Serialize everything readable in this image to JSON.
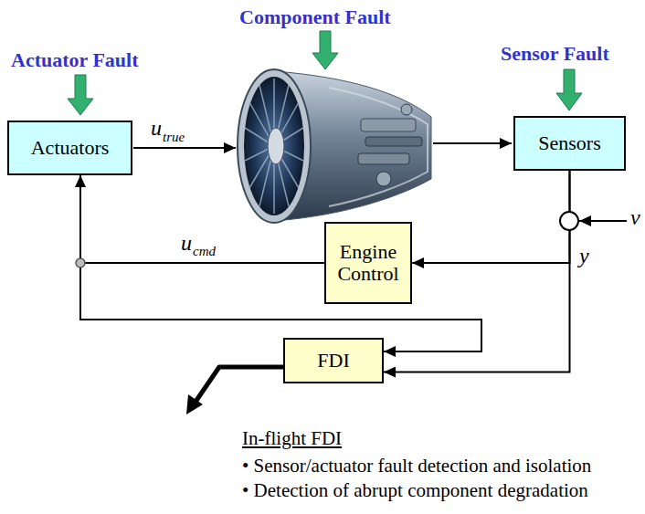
{
  "diagram": {
    "nodes": [
      {
        "text": [
          "Actuators"
        ]
      },
      {
        "text": [
          "Sensors"
        ]
      },
      {
        "text": [
          "Engine Control"
        ]
      },
      {
        "text": [
          "FDI"
        ]
      }
    ],
    "edges": [
      {
        "from": 1,
        "to": 2,
        "arrow": "to"
      },
      {
        "from": 1,
        "to": 3,
        "arrow": "to"
      },
      {
        "from": 2,
        "to": 0,
        "arrow": "to"
      },
      {
        "from": 2,
        "to": 3,
        "arrow": "to"
      }
    ],
    "labels": [
      "Actuator Fault",
      "Component Fault",
      "Sensor Fault",
      "u",
      "true",
      "u",
      "cmd",
      "v",
      "y",
      "In-flight FDI",
      "• Sensor/actuator fault detection and isolation",
      "• Detection of abrupt component degradation"
    ]
  }
}
